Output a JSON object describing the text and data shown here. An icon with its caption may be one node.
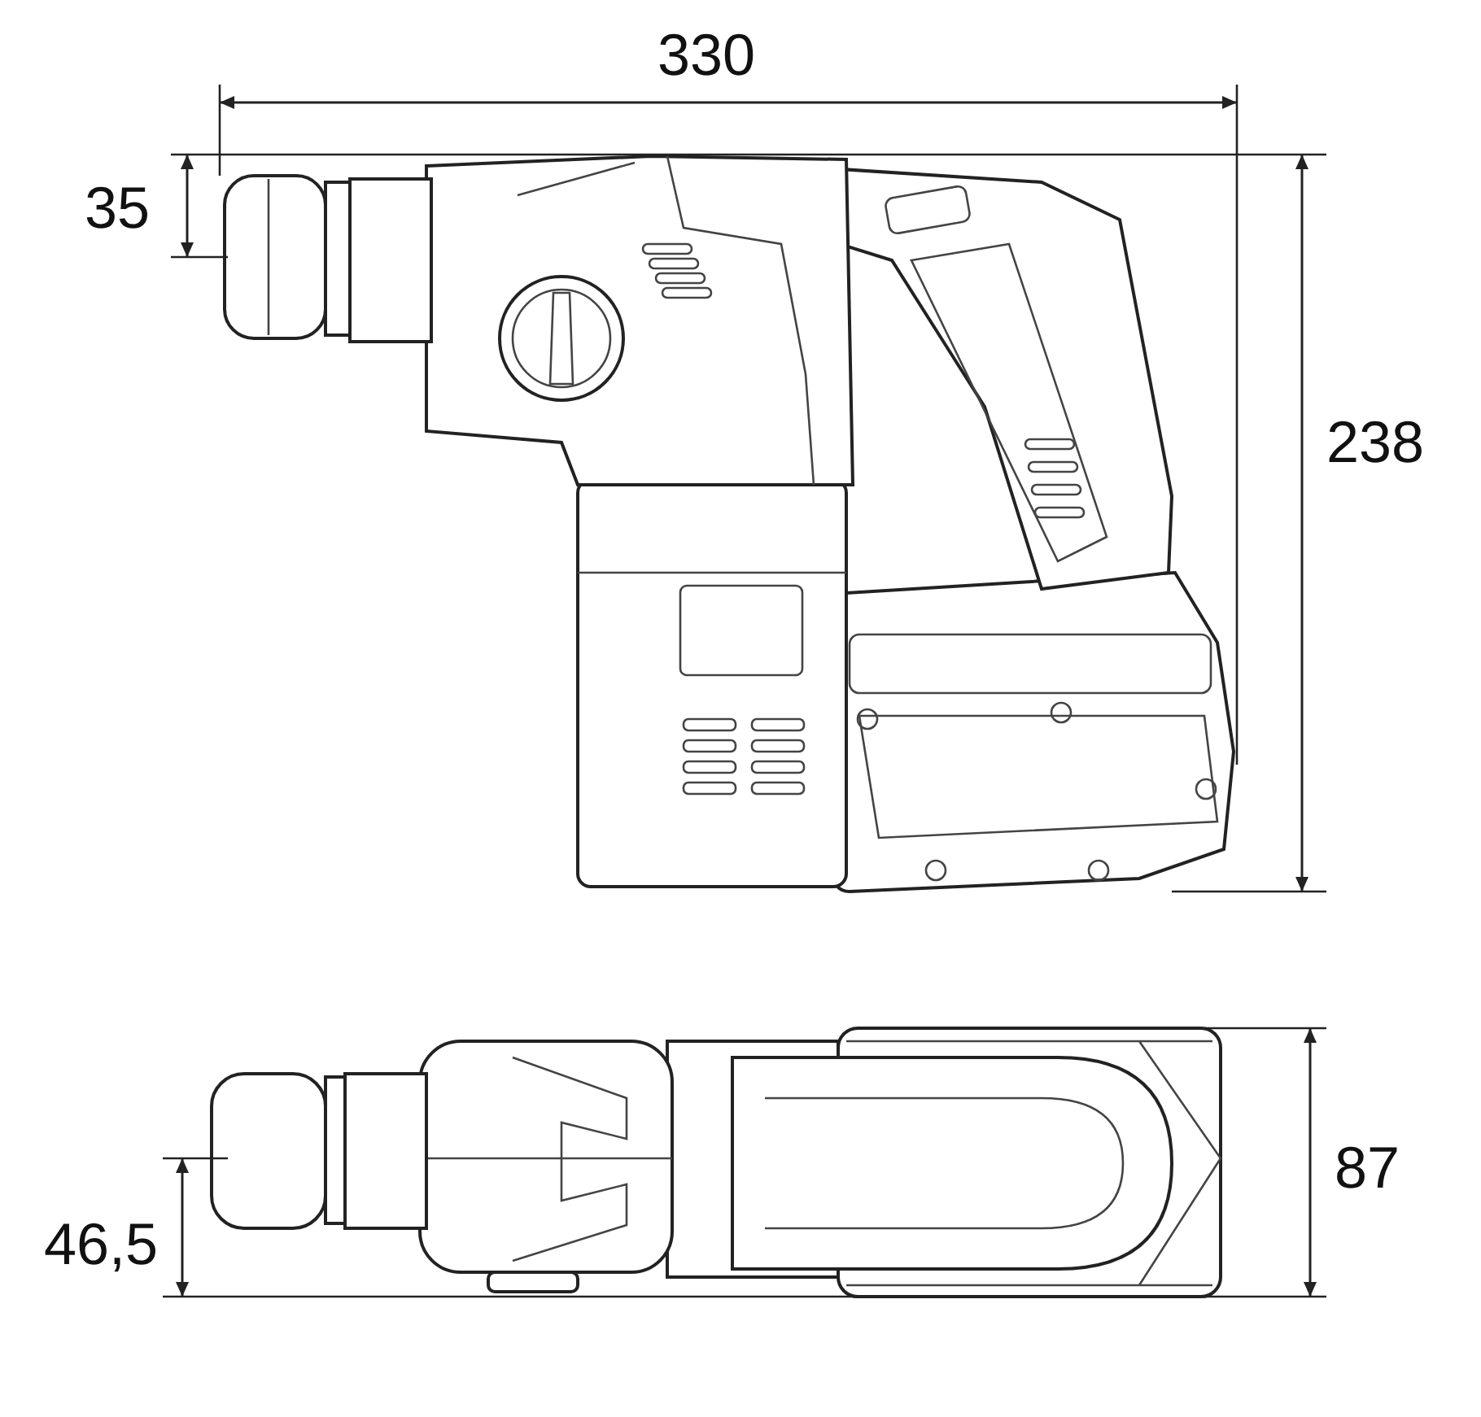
{
  "diagram": {
    "labels": [
      "330",
      "35",
      "238",
      "87",
      "46,5"
    ]
  }
}
